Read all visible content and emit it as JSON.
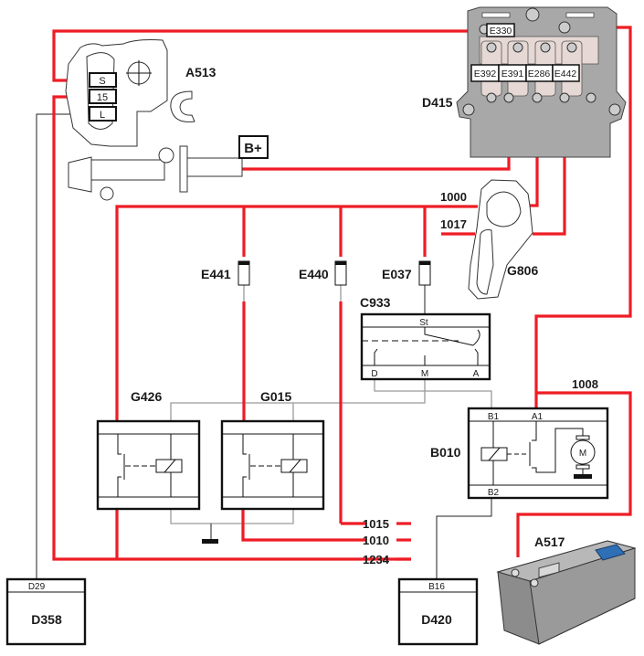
{
  "diagram": {
    "colors": {
      "wire_power": "#ee1c25",
      "wire_signal": "#222222",
      "wire_ground": "#9a9a9a",
      "battery_band": "#2e6fb5"
    },
    "components": {
      "A513": {
        "label": "A513",
        "pins": [
          "S",
          "15",
          "L"
        ],
        "terminal": "B+"
      },
      "D415": {
        "label": "D415",
        "fuses_top": "E330",
        "fuses": [
          "E392",
          "E391",
          "E286",
          "E442"
        ]
      },
      "G806": {
        "label": "G806"
      },
      "E441": {
        "label": "E441"
      },
      "E440": {
        "label": "E440"
      },
      "E037": {
        "label": "E037"
      },
      "C933": {
        "label": "C933",
        "pin_top": "St",
        "pins_bottom": [
          "D",
          "M",
          "A"
        ]
      },
      "G426": {
        "label": "G426"
      },
      "G015": {
        "label": "G015"
      },
      "B010": {
        "label": "B010",
        "pins_top": [
          "B1",
          "A1"
        ],
        "pin_bottom": "B2",
        "motor": "M"
      },
      "A517": {
        "label": "A517"
      },
      "D358": {
        "label": "D358",
        "pin": "D29"
      },
      "D420": {
        "label": "D420",
        "pin": "B16"
      }
    },
    "wires": {
      "w1000": "1000",
      "w1017": "1017",
      "w1008": "1008",
      "w1015": "1015",
      "w1010": "1010",
      "w1234": "1234"
    }
  }
}
